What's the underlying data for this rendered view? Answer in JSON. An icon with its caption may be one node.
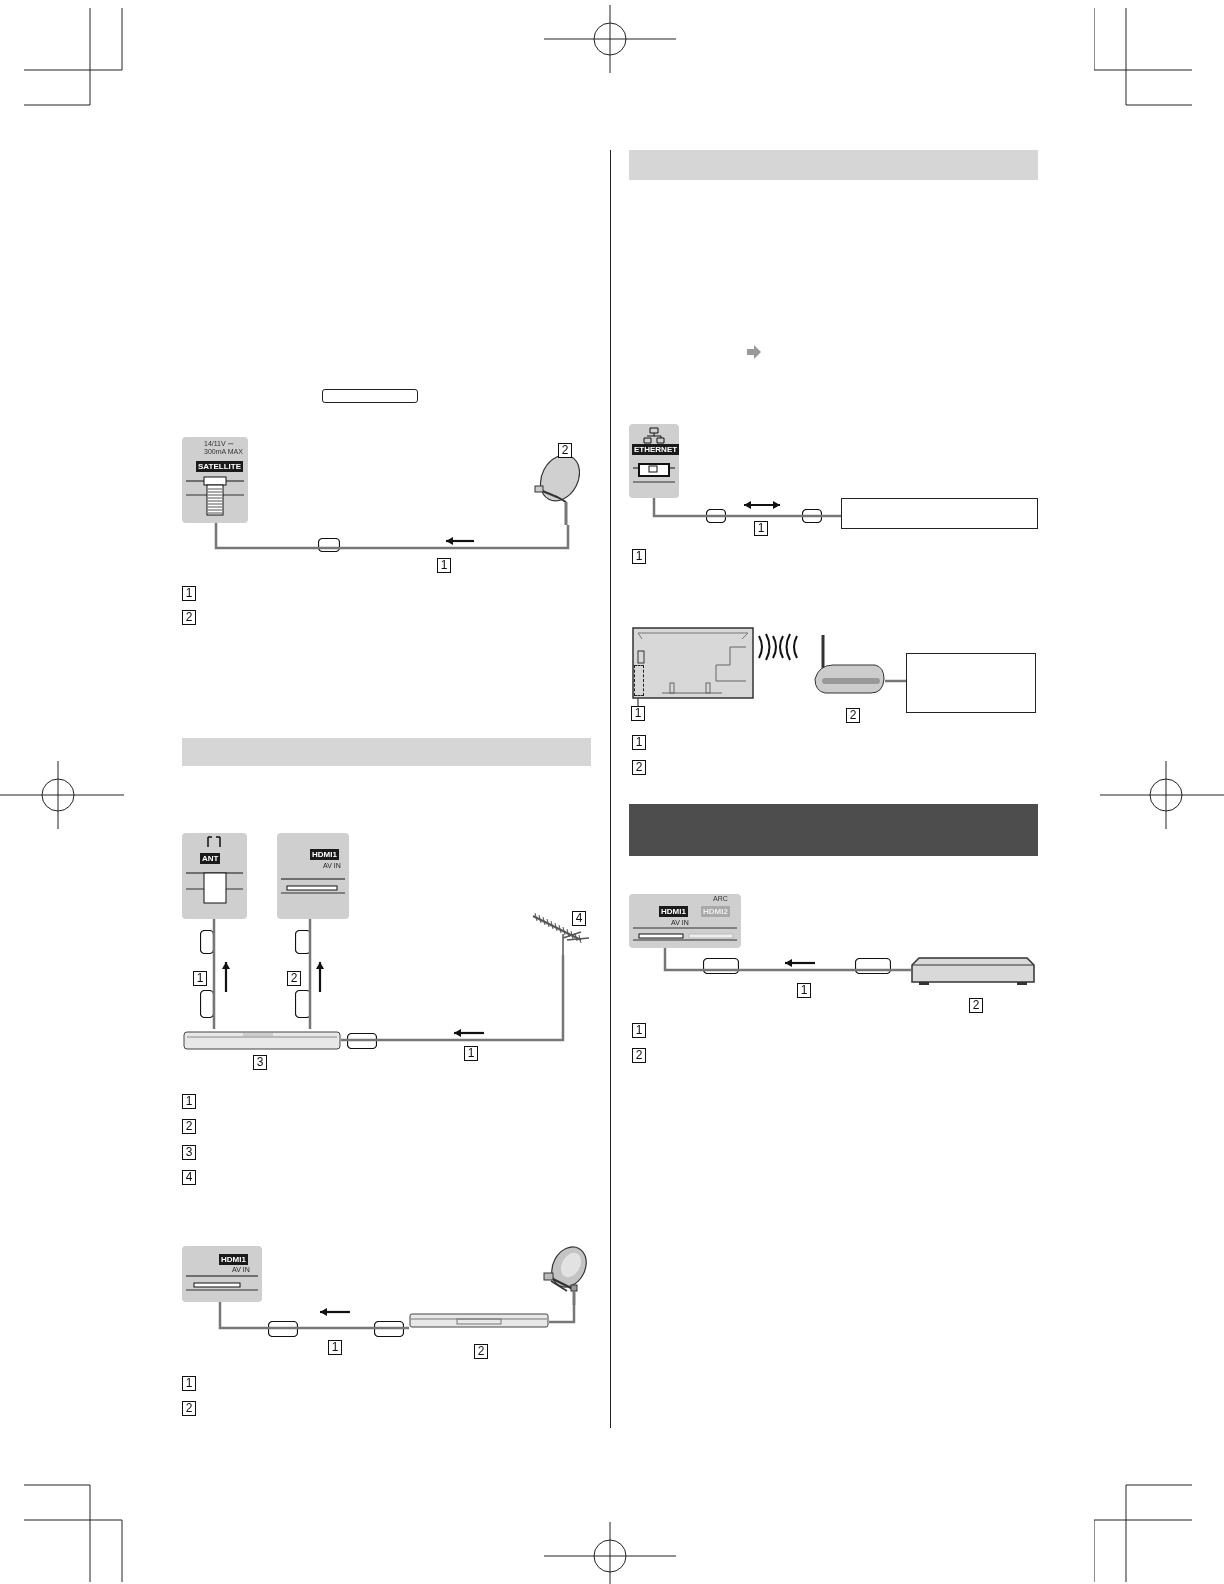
{
  "diagram": {
    "nodes": [
      {
        "text": [
          "14/11V ⎓ 300mA MAX",
          "SATELLITE"
        ]
      },
      {
        "text": [],
        "shape": "picture"
      },
      {
        "text": [
          "ANT"
        ]
      },
      {
        "text": [
          "HDMI1",
          "AV IN"
        ]
      },
      {
        "text": [],
        "shape": "picture"
      },
      {
        "text": [],
        "shape": "picture"
      },
      {
        "text": [
          "HDMI1",
          "AV IN"
        ]
      },
      {
        "text": [],
        "shape": "picture"
      },
      {
        "text": [],
        "shape": "picture"
      },
      {
        "text": [
          "ETHERNET"
        ]
      },
      {
        "text": [],
        "shape": "box"
      },
      {
        "text": [],
        "shape": "picture"
      },
      {
        "text": [],
        "shape": "box",
        "in": 11
      },
      {
        "text": [
          "1"
        ]
      },
      {
        "text": [],
        "shape": "picture"
      },
      {
        "text": [],
        "shape": "box"
      },
      {
        "text": [
          "HDMI1",
          "AV IN",
          "ARC",
          "HDMI2"
        ]
      },
      {
        "text": [],
        "shape": "picture"
      }
    ],
    "edges": [
      {
        "from": 1,
        "to": 0,
        "arrow": "none"
      },
      {
        "from": 2,
        "to": 4,
        "arrow": "none"
      },
      {
        "from": 3,
        "to": 4,
        "arrow": "none"
      },
      {
        "from": 5,
        "to": 4,
        "arrow": "none"
      },
      {
        "from": 6,
        "to": 7,
        "arrow": "none"
      },
      {
        "from": 8,
        "to": 7,
        "arrow": "none"
      },
      {
        "from": 9,
        "to": 10,
        "arrow": "none"
      },
      {
        "from": 13,
        "to": 12,
        "arrow": "none",
        "color": "#111111"
      },
      {
        "from": 14,
        "to": 15,
        "arrow": "none"
      },
      {
        "from": 17,
        "to": 16,
        "arrow": "none"
      }
    ],
    "labels": [
      "2",
      "1",
      "1",
      "2",
      "4",
      "1",
      "2",
      "1",
      "3",
      "1",
      "2",
      "3",
      "4",
      "1",
      "2",
      "1",
      "2",
      "1",
      "1",
      "2",
      "1",
      "2",
      "1",
      "2",
      "1",
      "2"
    ]
  }
}
